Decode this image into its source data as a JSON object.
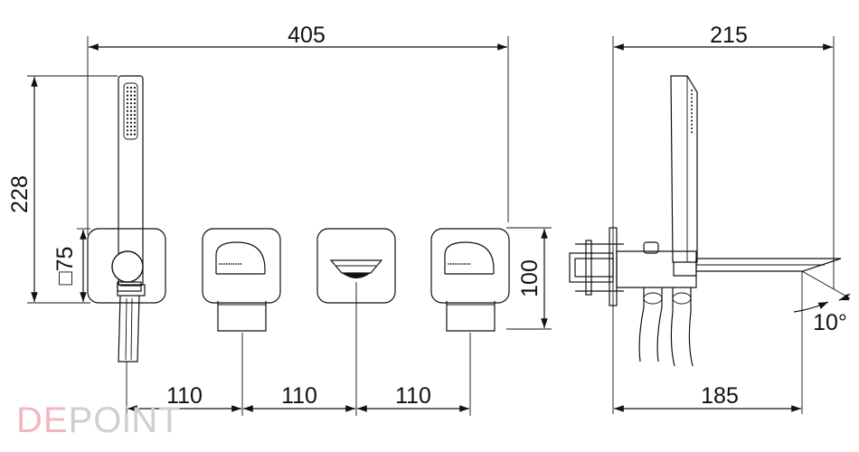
{
  "dimensions": {
    "total_width": "405",
    "side_depth": "215",
    "height": "228",
    "plate_size": "□75",
    "plate_height": "100",
    "spacing_1": "110",
    "spacing_2": "110",
    "spacing_3": "110",
    "spout_length": "185",
    "spout_angle": "10°"
  },
  "watermark": {
    "part1": "DE",
    "part2": "POiNT"
  },
  "colors": {
    "line": "#111111",
    "watermark_red": "#f2b8c2",
    "watermark_gray": "#cfcfcf"
  }
}
